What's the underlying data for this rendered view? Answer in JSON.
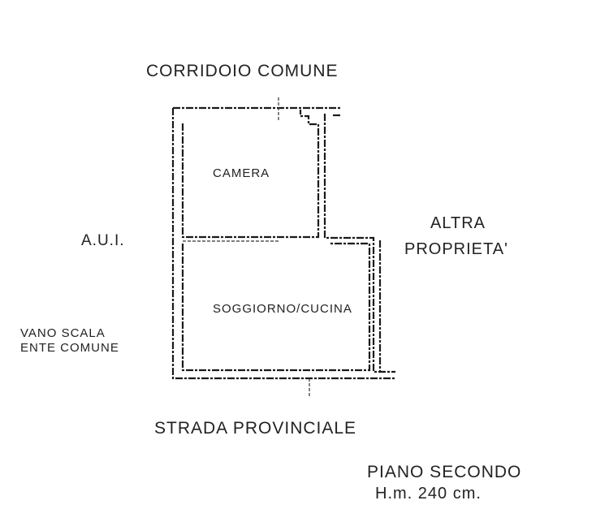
{
  "labels": {
    "top": "CORRIDOIO COMUNE",
    "left": "A.U.I.",
    "right_line1": "ALTRA",
    "right_line2": "PROPRIETA'",
    "stair_line1": "VANO  SCALA",
    "stair_line2": "ENTE  COMUNE",
    "bottom": "STRADA PROVINCIALE"
  },
  "rooms": {
    "upper": "CAMERA",
    "lower": "SOGGIORNO/CUCINA"
  },
  "footer": {
    "floor": "PIANO  SECONDO",
    "height": "H.m.  240  cm."
  }
}
